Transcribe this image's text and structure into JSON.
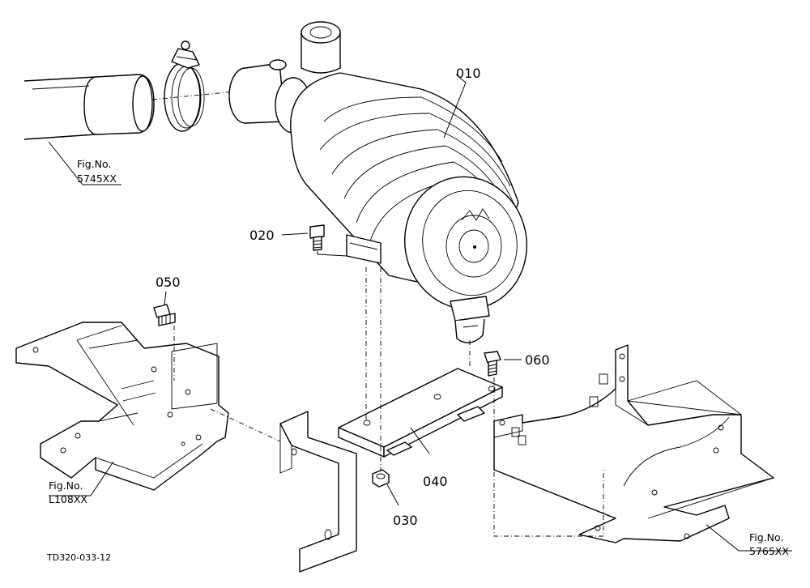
{
  "part_labels": {
    "p010": "010",
    "p020": "020",
    "p030": "030",
    "p040": "040",
    "p050": "050",
    "p060": "060"
  },
  "figure_refs": {
    "hose": {
      "line1": "Fig.No.",
      "line2": "5745XX"
    },
    "left_frame": {
      "line1": "Fig.No.",
      "line2": "L108XX"
    },
    "right_frame": {
      "line1": "Fig.No.",
      "line2": "5765XX"
    }
  },
  "drawing_code": "TD320-033-12"
}
